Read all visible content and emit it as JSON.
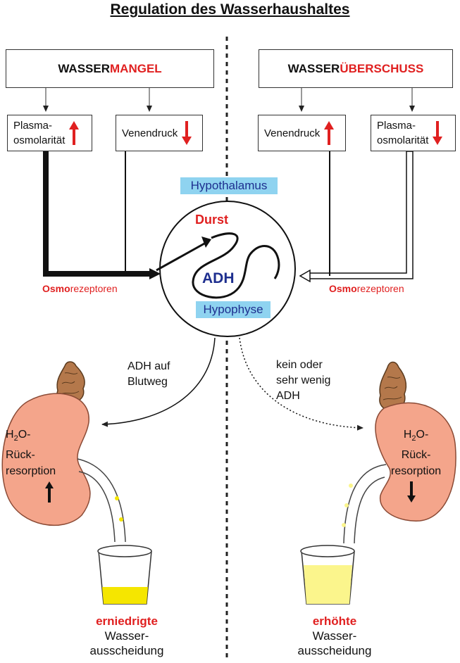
{
  "title": "Regulation des Wasserhaushaltes",
  "left": {
    "header_part1": "WASSER",
    "header_part2": "MANGEL",
    "box1_line1": "Plasma-",
    "box1_line2": "osmolarität",
    "box1_arrow": "up",
    "box2_label": "Venendruck",
    "box2_arrow": "down",
    "receptor_bold": "Osmo",
    "receptor_rest": "rezeptoren",
    "transport_line1": "ADH auf",
    "transport_line2": "Blutweg",
    "kidney_line1_pre": "H",
    "kidney_line1_sub": "2",
    "kidney_line1_post": "O-",
    "kidney_line2": "Rück-",
    "kidney_line3": "resorption",
    "kidney_arrow": "up",
    "result_word": "erniedrigte",
    "result_line2": "Wasser-",
    "result_line3": "ausscheidung"
  },
  "right": {
    "header_part1": "WASSER",
    "header_part2": "ÜBERSCHUSS",
    "box1_label": "Venendruck",
    "box1_arrow": "up",
    "box2_line1": "Plasma-",
    "box2_line2": "osmolarität",
    "box2_arrow": "down",
    "receptor_bold": "Osmo",
    "receptor_rest": "rezeptoren",
    "transport_line1": "kein oder",
    "transport_line2": "sehr wenig",
    "transport_line3": "ADH",
    "kidney_line1_pre": "H",
    "kidney_line1_sub": "2",
    "kidney_line1_post": "O-",
    "kidney_line2": "Rück-",
    "kidney_line3": "resorption",
    "kidney_arrow": "down",
    "result_word": "erhöhte",
    "result_line2": "Wasser-",
    "result_line3": "ausscheidung"
  },
  "center": {
    "hypothalamus": "Hypothalamus",
    "durst": "Durst",
    "adh": "ADH",
    "hypophyse": "Hypophyse"
  },
  "colors": {
    "red": "#e02020",
    "blue_label_bg": "#8fd3f0",
    "dark_blue": "#1e2f8f",
    "kidney": "#f4a58b",
    "adrenal": "#b4784b",
    "urine_low": "#f5e600",
    "urine_high": "#fbf58c"
  }
}
